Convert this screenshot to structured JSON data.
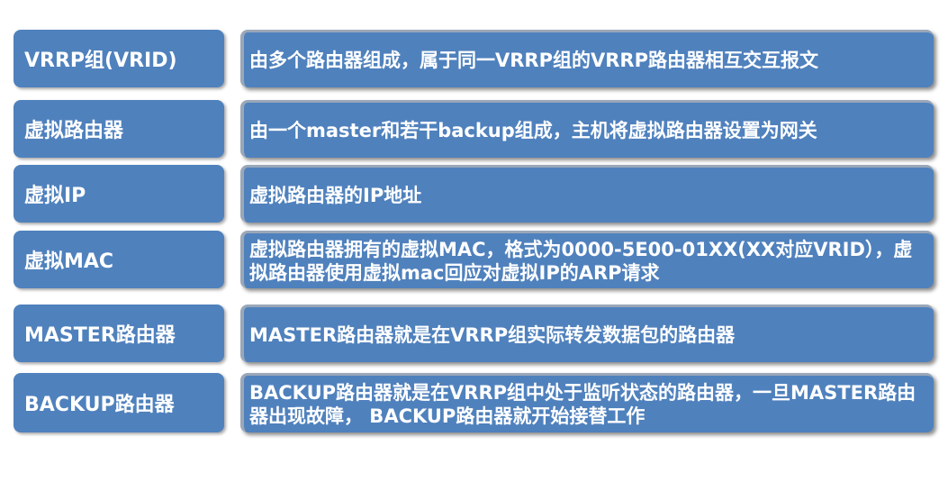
{
  "rows": [
    {
      "term": "VRRP组(VRID)",
      "desc": "由多个路由器组成，属于同一VRRP组的VRRP路由器相互交互报文"
    },
    {
      "term": "虚拟路由器",
      "desc": "由一个master和若干backup组成，主机将虚拟路由器设置为网关"
    },
    {
      "term": "虚拟IP",
      "desc": "虚拟路由器的IP地址"
    },
    {
      "term": "虚拟MAC",
      "desc": "虚拟路由器拥有的虚拟MAC，格式为0000-5E00-01XX(XX对应VRID），虚拟路由器使用虚拟mac回应对虚拟IP的ARP请求"
    },
    {
      "term": "MASTER路由器",
      "desc": "MASTER路由器就是在VRRP组实际转发数据包的路由器"
    },
    {
      "term": "BACKUP路由器",
      "desc": "BACKUP路由器就是在VRRP组中处于监听状态的路由器，一旦MASTER路由器出现故障， BACKUP路由器就开始接替工作"
    }
  ]
}
